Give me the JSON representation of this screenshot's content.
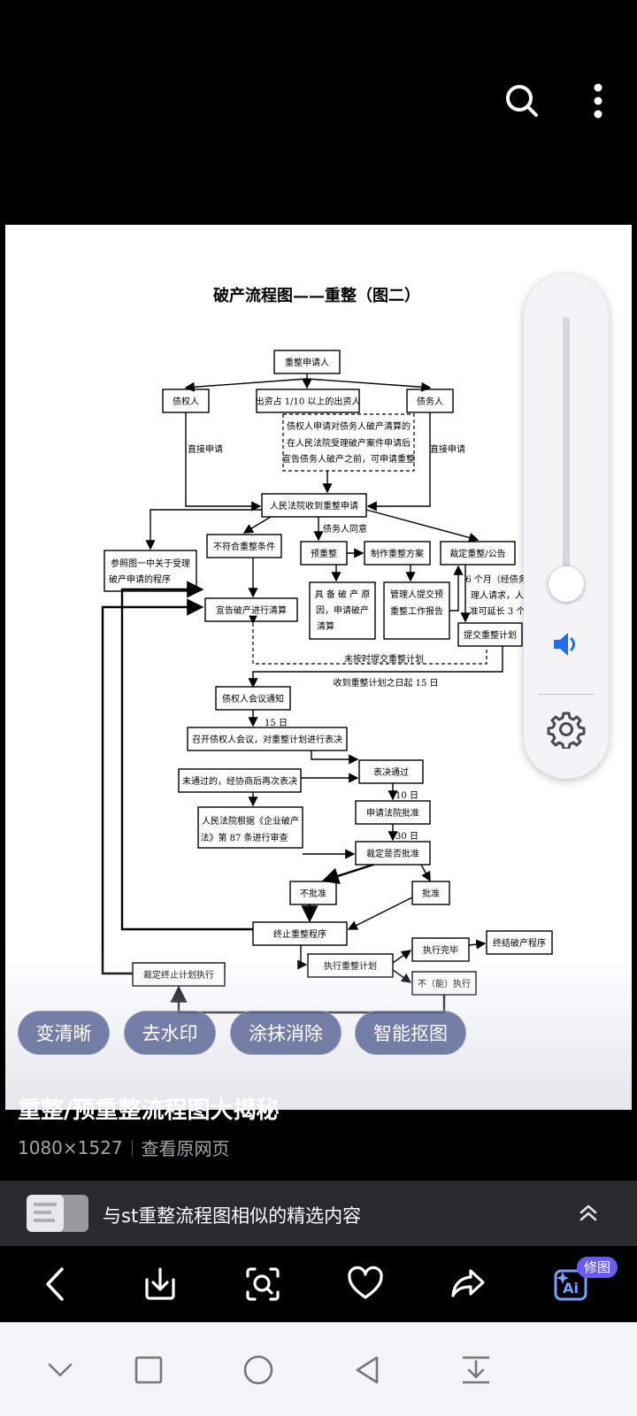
{
  "flowchart": {
    "title": "破产流程图——重整（图二）",
    "boxes": {
      "applicant": "重整申请人",
      "creditor": "债权人",
      "capital_holder": "出资占 1/10 以上的出资人",
      "debtor": "债务人",
      "note_line1": "债权人申请对债务人破产清算的",
      "note_line2": "在人民法院受理破产案件申请后",
      "note_line3": "宣告债务人破产之前，可申请重整",
      "direct_left": "直接申请",
      "direct_right": "直接申请",
      "court_receive": "人民法院收到重整申请",
      "debtor_agree": "债务人同意",
      "see_fig1_line1": "参照图一中关于受理",
      "see_fig1_line2": "破产申请的程序",
      "not_qualified": "不符合重整条件",
      "pre_reorg": "预重整",
      "make_plan": "制作重整方案",
      "rule_announce": "裁定重整/公告",
      "declare_bankrupt": "宣告破产进行清算",
      "reasons_line1": "具 备 破 产 原",
      "reasons_line2": "因，申请破产",
      "reasons_line3": "清算",
      "admin_line1": "管理人提交预",
      "admin_line2": "重整工作报告",
      "six_months_line1": "6 个月（经债务人",
      "six_months_line2": "理人请求，人",
      "six_months_line3": "准可延长 3 个",
      "submit_plan": "提交重整计划",
      "late_submit": "未按时提交重整计划",
      "within_15": "收到重整计划之日起 15 日",
      "creditor_notice": "债权人会议通知",
      "days_15": "15 日",
      "hold_meeting": "召开债权人会议，对重整计划进行表决",
      "vote_pass": "表决通过",
      "not_pass": "未通过的，经协商后再次表决",
      "days_10": "10 日",
      "apply_approval": "申请法院批准",
      "court_review_line1": "人民法院根据《企业破产",
      "court_review_line2": "法》第 87 条进行审查",
      "days_30": "30 日",
      "rule_approve": "裁定是否批准",
      "reject": "不批准",
      "approve": "批准",
      "terminate": "终止重整程序",
      "execute_plan": "执行重整计划",
      "exec_complete": "执行完毕",
      "end_bankruptcy": "终结破产程序",
      "cannot_execute": "不（能）执行",
      "rule_terminate": "裁定终止计划执行"
    }
  },
  "volume": {
    "level_percent": 3,
    "accent_color": "#1f6cf0"
  },
  "actions": {
    "clarify": "变清晰",
    "remove_watermark": "去水印",
    "smear_remove": "涂抹消除",
    "smart_cutout": "智能抠图"
  },
  "caption": {
    "title": "重整/预重整流程图大揭秘",
    "dimensions": "1080×1527",
    "view_source": "查看原网页"
  },
  "similar": {
    "text": "与st重整流程图相似的精选内容"
  },
  "toolbar": {
    "ai_badge": "修图"
  },
  "icons": [
    "search-icon",
    "more-icon",
    "speaker-icon",
    "gear-icon",
    "back-icon",
    "download-icon",
    "lens-search-icon",
    "heart-icon",
    "share-icon",
    "ai-edit-icon",
    "chevron-up-icon",
    "nav-down-icon",
    "nav-recents-icon",
    "nav-home-icon",
    "nav-back-icon",
    "nav-notification-icon"
  ]
}
